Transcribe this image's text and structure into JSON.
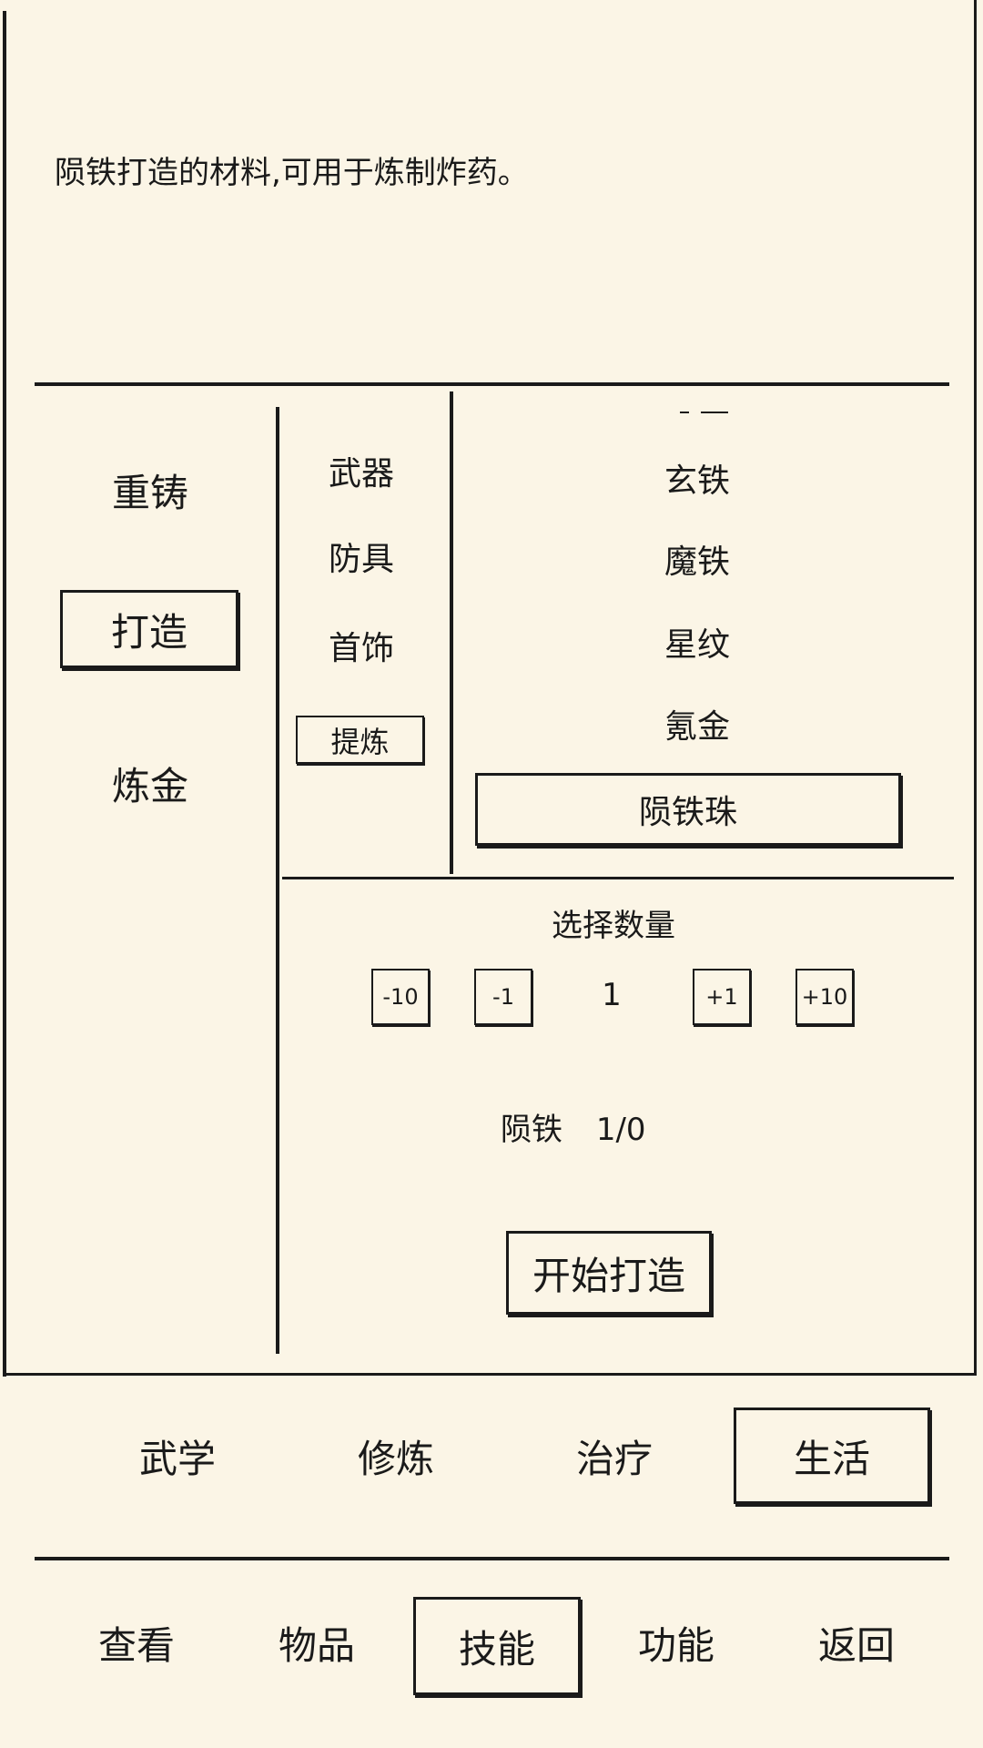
{
  "description": "陨铁打造的材料,可用于炼制炸药。",
  "left_menu": [
    {
      "label": "重铸",
      "selected": false
    },
    {
      "label": "打造",
      "selected": true
    },
    {
      "label": "炼金",
      "selected": false
    }
  ],
  "categories": [
    {
      "label": "武器",
      "selected": false
    },
    {
      "label": "防具",
      "selected": false
    },
    {
      "label": "首饰",
      "selected": false
    },
    {
      "label": "提炼",
      "selected": true
    }
  ],
  "materials": [
    {
      "label": "玄铁",
      "selected": false
    },
    {
      "label": "魔铁",
      "selected": false
    },
    {
      "label": "星纹",
      "selected": false
    },
    {
      "label": "氪金",
      "selected": false
    },
    {
      "label": "陨铁珠",
      "selected": true
    }
  ],
  "quantity": {
    "title": "选择数量",
    "minus10": "-10",
    "minus1": "-1",
    "value": "1",
    "plus1": "+1",
    "plus10": "+10"
  },
  "requirement": {
    "name": "陨铁",
    "count": "1/0"
  },
  "start_button": "开始打造",
  "skill_tabs": [
    {
      "label": "武学",
      "selected": false
    },
    {
      "label": "修炼",
      "selected": false
    },
    {
      "label": "治疗",
      "selected": false
    },
    {
      "label": "生活",
      "selected": true
    }
  ],
  "bottom_nav": [
    {
      "label": "查看",
      "selected": false
    },
    {
      "label": "物品",
      "selected": false
    },
    {
      "label": "技能",
      "selected": true
    },
    {
      "label": "功能",
      "selected": false
    },
    {
      "label": "返回",
      "selected": false
    }
  ]
}
